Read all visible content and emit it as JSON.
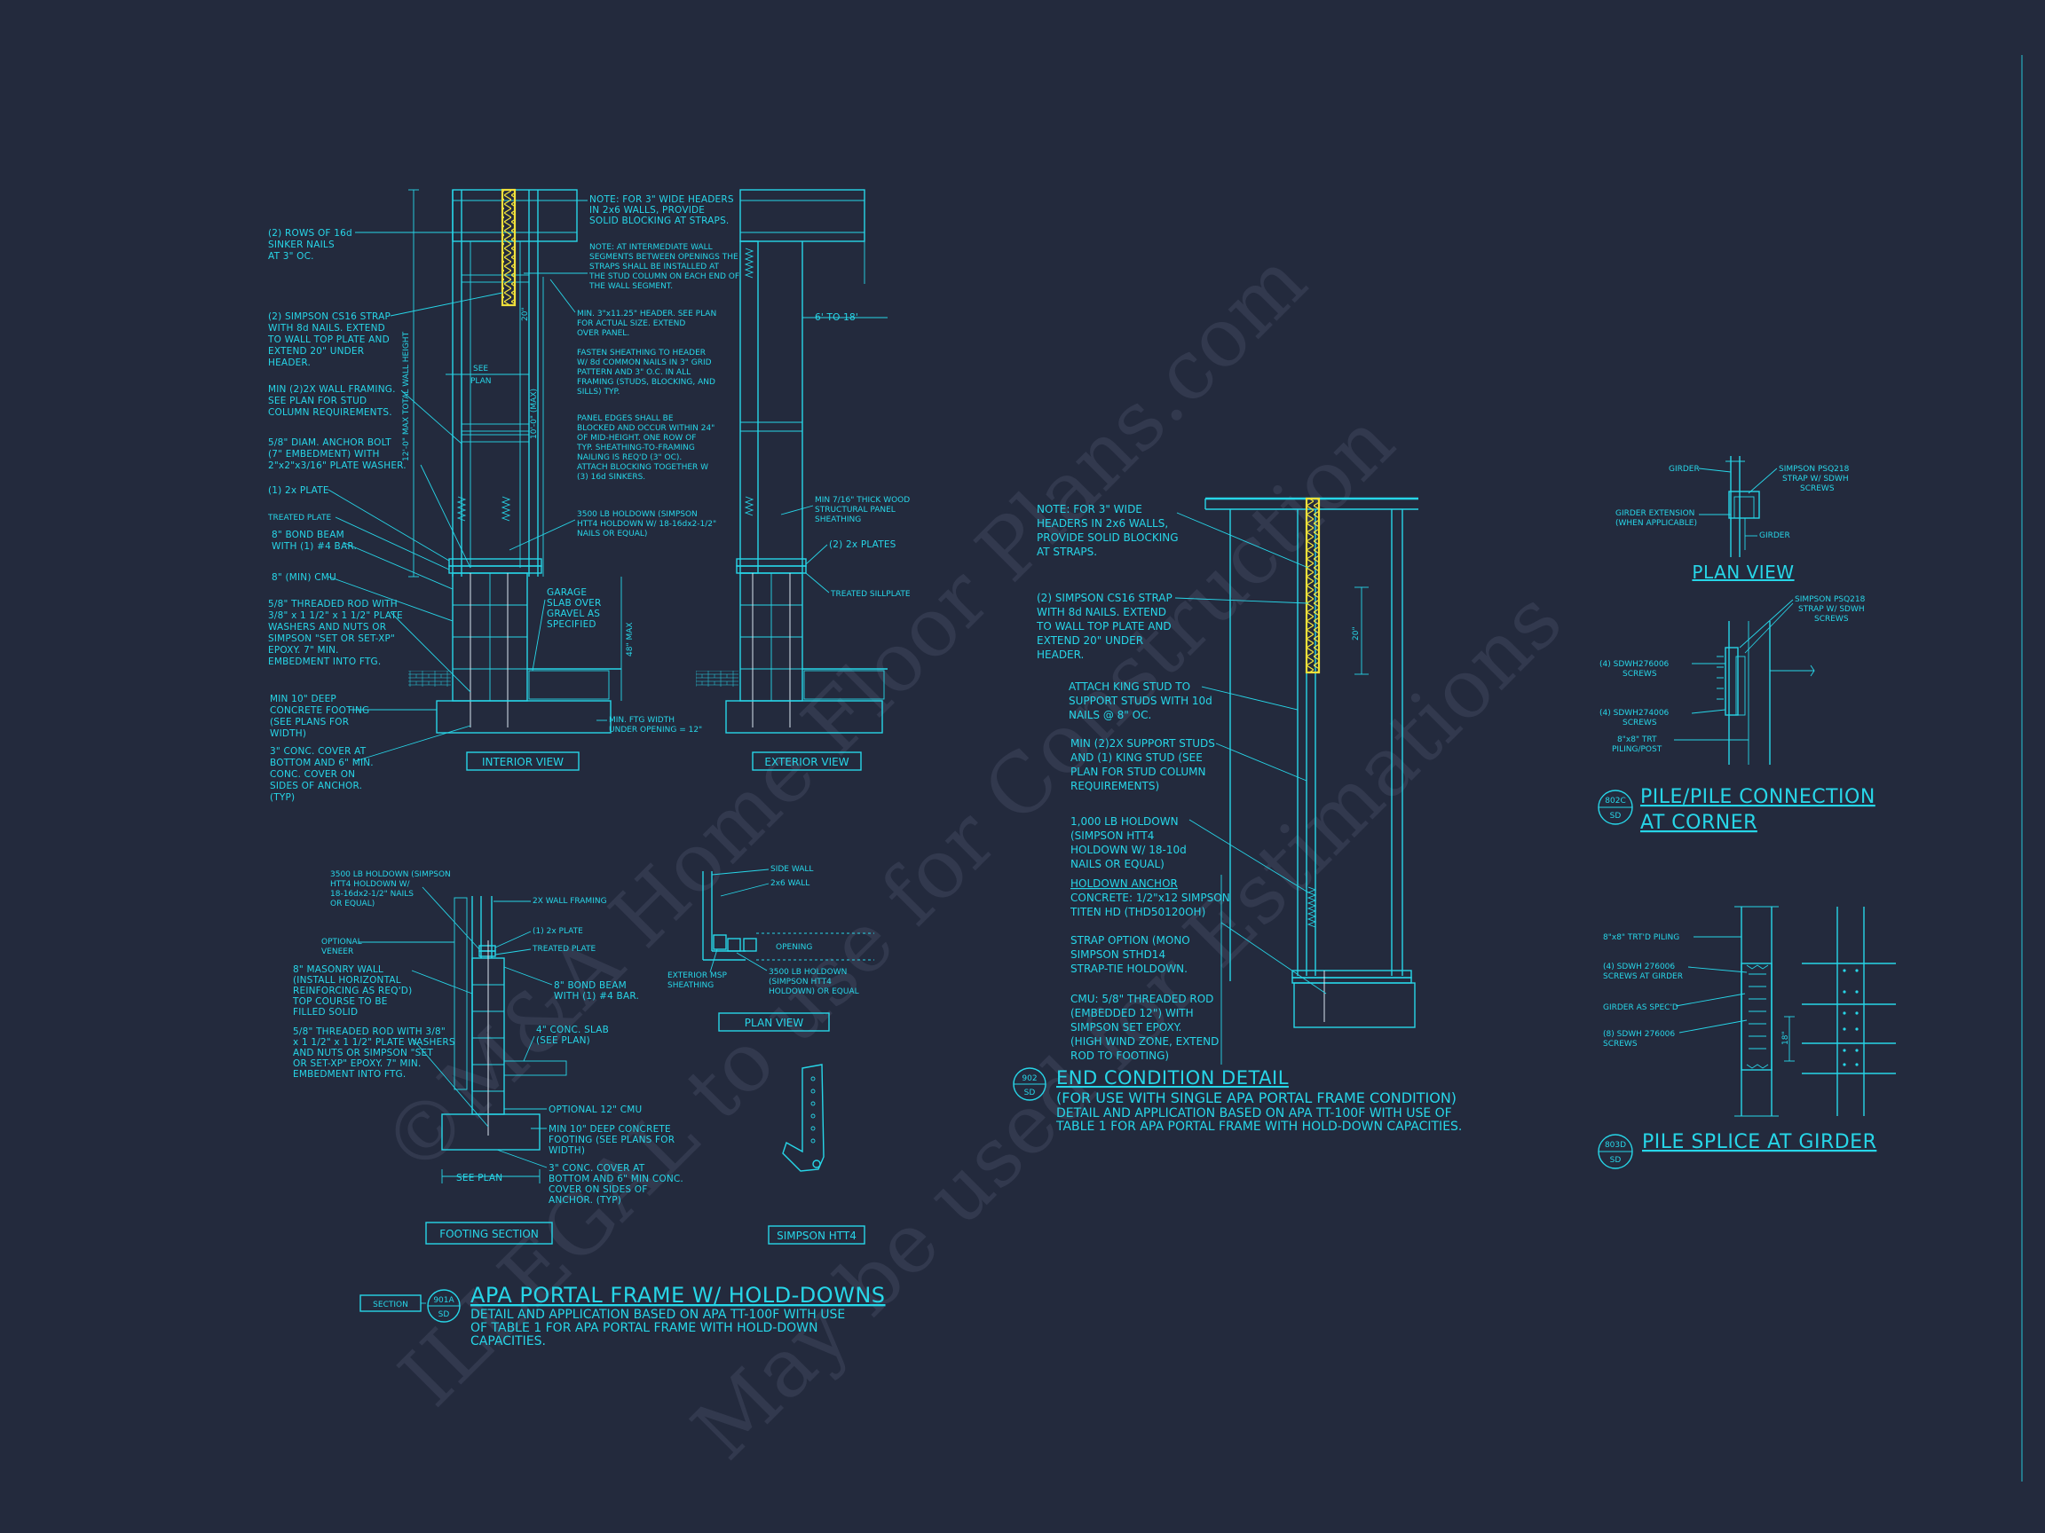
{
  "watermark": {
    "line1": "©M&A Home Floor Plans.com",
    "line2": "ILLEGAL to use for Construction",
    "line3": "May be used for Estimations"
  },
  "detail_901a": {
    "interior_notes": [
      "(2) ROWS OF 16d",
      "SINKER NAILS",
      "AT 3\" OC.",
      "(2) SIMPSON CS16 STRAP",
      "WITH 8d NAILS. EXTEND",
      "TO WALL TOP PLATE AND",
      "EXTEND 20\" UNDER",
      "HEADER.",
      "MIN (2)2X WALL FRAMING.",
      "SEE PLAN FOR STUD",
      "COLUMN REQUIREMENTS.",
      "5/8\" DIAM. ANCHOR BOLT",
      "(7\" EMBEDMENT) WITH",
      "2\"x2\"x3/16\" PLATE WASHER.",
      "(1) 2x PLATE",
      "TREATED PLATE",
      "8\" BOND BEAM",
      "WITH (1) #4 BAR.",
      "8\" (MIN) CMU",
      "5/8\" THREADED ROD WITH",
      "3/8\" x 1 1/2\" x 1 1/2\" PLATE",
      "WASHERS AND NUTS OR",
      "SIMPSON \"SET OR SET-XP\"",
      "EPOXY.  7\" MIN.",
      "EMBEDMENT INTO FTG.",
      "MIN 10\" DEEP",
      "CONCRETE FOOTING",
      "(SEE PLANS FOR",
      "WIDTH)",
      "3\" CONC. COVER AT",
      "BOTTOM AND 6\" MIN.",
      "CONC. COVER ON",
      "SIDES OF ANCHOR.",
      "(TYP)"
    ],
    "center_notes": [
      "NOTE: FOR 3\" WIDE HEADERS",
      "IN 2x6 WALLS, PROVIDE",
      "SOLID BLOCKING AT STRAPS.",
      "NOTE: AT INTERMEDIATE WALL",
      "SEGMENTS BETWEEN OPENINGS THE",
      "STRAPS SHALL BE INSTALLED AT",
      "THE STUD COLUMN ON EACH END OF",
      "THE WALL SEGMENT.",
      "MIN. 3\"x11.25\" HEADER. SEE PLAN",
      "FOR ACTUAL SIZE. EXTEND",
      "OVER PANEL.",
      "FASTEN SHEATHING TO HEADER",
      "W/ 8d COMMON NAILS IN 3\" GRID",
      "PATTERN AND 3\" O.C. IN ALL",
      "FRAMING (STUDS, BLOCKING, AND",
      "SILLS) TYP.",
      "PANEL EDGES SHALL BE",
      "BLOCKED AND OCCUR WITHIN 24\"",
      "OF MID-HEIGHT.  ONE ROW OF",
      "TYP. SHEATHING-TO-FRAMING",
      "NAILING IS REQ'D (3\" OC).",
      "ATTACH BLOCKING TOGETHER W",
      "(3) 16d SINKERS.",
      "3500 LB HOLDOWN (SIMPSON",
      "HTT4 HOLDOWN W/ 18-16dx2-1/2\"",
      "NAILS OR EQUAL)",
      "GARAGE",
      "SLAB OVER",
      "GRAVEL AS",
      "SPECIFIED",
      "MIN. FTG WIDTH",
      "UNDER OPENING = 12\""
    ],
    "exterior_notes": [
      "6' TO 18'",
      "MIN 7/16\" THICK WOOD",
      "STRUCTURAL PANEL",
      "SHEATHING",
      "(2) 2x PLATES",
      "TREATED SILLPLATE"
    ],
    "dims": [
      "12'-0\" MAX TOTAL WALL HEIGHT",
      "10'-0\" (MAX)",
      "20\"",
      "SEE",
      "PLAN",
      "48\" MAX"
    ],
    "interior_view": "INTERIOR VIEW",
    "exterior_view": "EXTERIOR VIEW",
    "footing_notes": [
      "3500 LB HOLDOWN (SIMPSON",
      "HTT4 HOLDOWN W/",
      "18-16dx2-1/2\" NAILS",
      "OR EQUAL)",
      "2X WALL FRAMING",
      "OPTIONAL",
      "VENEER",
      "(1) 2x PLATE",
      "TREATED PLATE",
      "8\" MASONRY WALL",
      "(INSTALL HORIZONTAL",
      "REINFORCING AS REQ'D)",
      "TOP COURSE TO BE",
      "FILLED SOLID",
      "8\" BOND BEAM",
      "WITH (1) #4 BAR.",
      "5/8\" THREADED ROD WITH 3/8\"",
      "x 1 1/2\" x 1 1/2\" PLATE WASHERS",
      "AND NUTS OR SIMPSON \"SET",
      "OR SET-XP\" EPOXY.  7\" MIN.",
      "EMBEDMENT INTO FTG.",
      "4\" CONC. SLAB",
      "(SEE PLAN)",
      "OPTIONAL 12\" CMU",
      "MIN 10\" DEEP CONCRETE",
      "FOOTING (SEE PLANS FOR",
      "WIDTH)",
      "3\" CONC. COVER AT",
      "BOTTOM AND 6\" MIN CONC.",
      "COVER ON SIDES OF",
      "ANCHOR. (TYP)",
      "SEE PLAN"
    ],
    "footing_section": "FOOTING SECTION",
    "plan_notes": [
      "SIDE WALL",
      "2x6 WALL",
      "OPENING",
      "EXTERIOR MSP",
      "SHEATHING",
      "3500 LB HOLDOWN",
      "(SIMPSON HTT4",
      "HOLDOWN) OR EQUAL"
    ],
    "plan_view": "PLAN VIEW",
    "simpson_htt4": "SIMPSON HTT4",
    "section_tag": "SECTION",
    "bubble_top": "901A",
    "bubble_bottom": "SD",
    "title": "APA PORTAL FRAME W/ HOLD-DOWNS",
    "desc": [
      "DETAIL AND APPLICATION BASED ON APA TT-100F WITH USE",
      "OF TABLE 1 FOR APA PORTAL FRAME WITH HOLD-DOWN",
      "CAPACITIES."
    ]
  },
  "detail_902": {
    "notes": [
      "NOTE: FOR 3\" WIDE",
      "HEADERS IN 2x6 WALLS,",
      "PROVIDE SOLID BLOCKING",
      "AT STRAPS.",
      "(2) SIMPSON CS16 STRAP",
      "WITH 8d NAILS. EXTEND",
      "TO WALL TOP PLATE AND",
      "EXTEND 20\" UNDER",
      "HEADER.",
      "ATTACH KING STUD TO",
      "SUPPORT STUDS WITH 10d",
      "NAILS @ 8\" OC.",
      "MIN (2)2X SUPPORT STUDS",
      "AND (1) KING STUD (SEE",
      "PLAN FOR STUD COLUMN",
      "REQUIREMENTS)",
      "1,000 LB HOLDOWN",
      "(SIMPSON HTT4",
      "HOLDOWN W/ 18-10d",
      "NAILS OR EQUAL)"
    ],
    "holdown_anchor": "HOLDOWN ANCHOR",
    "notes2": [
      "CONCRETE: 1/2\"x12 SIMPSON",
      "TITEN HD (THD50120OH)",
      "STRAP OPTION (MONO",
      "SIMPSON STHD14",
      "STRAP-TIE HOLDOWN.",
      "CMU: 5/8\" THREADED ROD",
      "(EMBEDDED 12\") WITH",
      "SIMPSON SET EPOXY.",
      "(HIGH WIND ZONE, EXTEND",
      "ROD TO FOOTING)"
    ],
    "dim": "20\"",
    "bubble_top": "902",
    "bubble_bottom": "SD",
    "title": "END CONDITION DETAIL",
    "desc": [
      "(FOR USE WITH SINGLE APA PORTAL FRAME CONDITION)",
      "DETAIL AND APPLICATION BASED ON APA TT-100F WITH USE OF",
      "TABLE 1 FOR APA PORTAL FRAME WITH HOLD-DOWN CAPACITIES."
    ]
  },
  "detail_802c": {
    "plan_labels": [
      "GIRDER",
      "SIMPSON PSQ218",
      "STRAP W/ SDWH",
      "SCREWS",
      "GIRDER EXTENSION",
      "(WHEN APPLICABLE)",
      "GIRDER"
    ],
    "plan_view": "PLAN VIEW",
    "elev_labels": [
      "SIMPSON PSQ218",
      "STRAP W/ SDWH",
      "SCREWS",
      "(4) SDWH276006",
      "SCREWS",
      "(4) SDWH274006",
      "SCREWS",
      "8\"x8\" TRT",
      "PILING/POST"
    ],
    "bubble_top": "802C",
    "bubble_bottom": "SD",
    "title_line1": "PILE/PILE CONNECTION",
    "title_line2": "AT CORNER"
  },
  "detail_803d": {
    "labels": [
      "8\"x8\" TRT'D PILING",
      "(4) SDWH 276006",
      "SCREWS AT GIRDER",
      "GIRDER AS SPEC'D",
      "(8) SDWH 276006",
      "SCREWS"
    ],
    "dim": "18\"",
    "bubble_top": "803D",
    "bubble_bottom": "SD",
    "title": "PILE SPLICE AT GIRDER"
  }
}
